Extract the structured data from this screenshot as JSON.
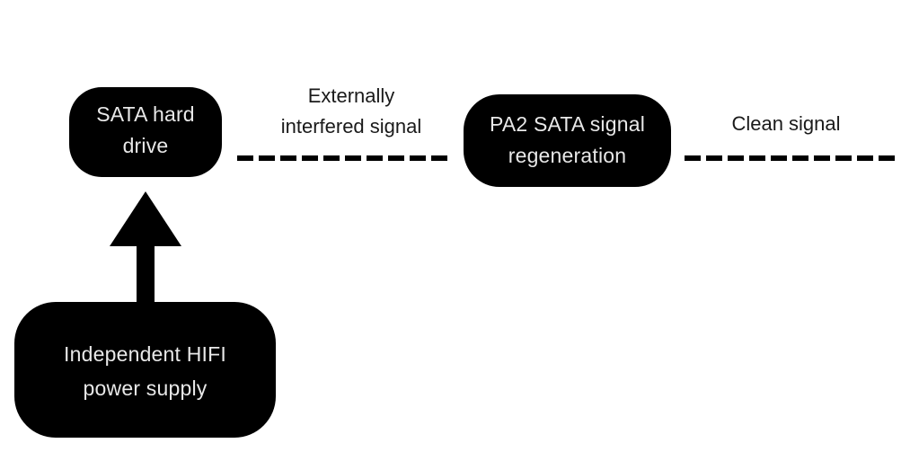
{
  "nodes": {
    "sata_drive": {
      "line1": "SATA hard",
      "line2": "drive"
    },
    "pa2_regen": {
      "line1": "PA2 SATA signal",
      "line2": "regeneration"
    },
    "power_supply": {
      "line1": "Independent HIFI",
      "line2": "power supply"
    }
  },
  "edges": {
    "interfered": {
      "line1": "Externally",
      "line2": "interfered signal",
      "style": "dashed"
    },
    "clean": {
      "line1": "Clean signal",
      "style": "dashed"
    },
    "power_feed": {
      "from": "power_supply",
      "to": "sata_drive",
      "style": "solid-arrow"
    }
  },
  "colors": {
    "node_fill": "#000000",
    "node_text": "#e8e8e8",
    "line": "#000000",
    "label_text": "#1a1a1a"
  }
}
